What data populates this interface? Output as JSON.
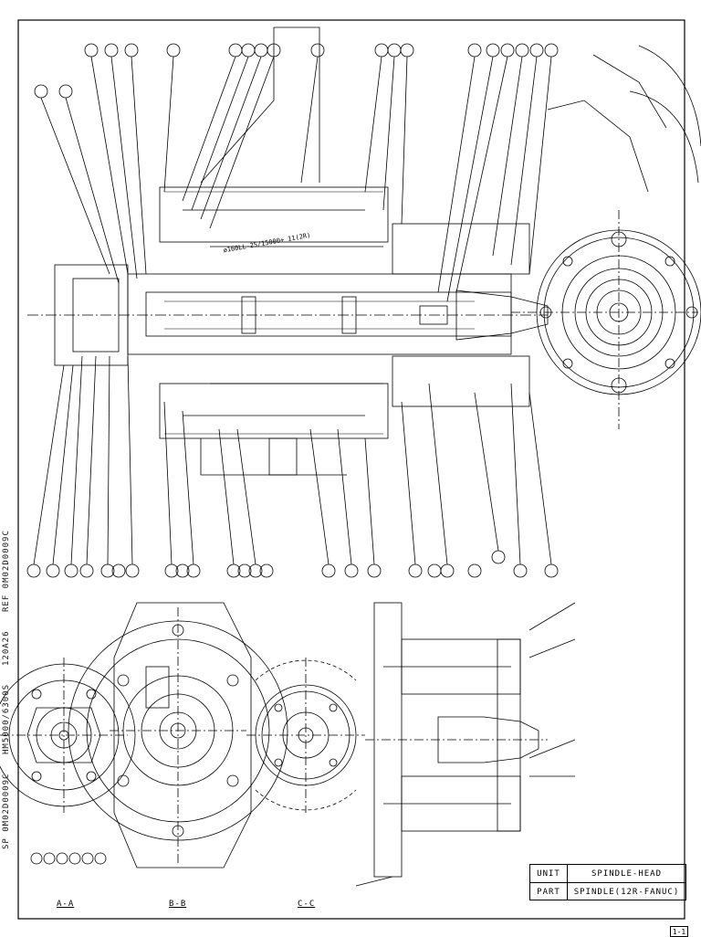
{
  "side_text": {
    "line1": "SP 0M02D0009C",
    "line2": "HM5000/6300S",
    "line3": "120A26",
    "line4": "REF 0M02D0009C"
  },
  "title_block": {
    "unit_label": "UNIT",
    "unit_value": "SPINDLE-HEAD",
    "part_label": "PART",
    "part_value": "SPINDLE(12R-FANUC)"
  },
  "sheet_number": "1-1",
  "section_labels": {
    "a": "A-A",
    "b": "B-B",
    "c": "C-C"
  },
  "spindle_spec": "ø160LL-25/15000+ 11(2R)"
}
